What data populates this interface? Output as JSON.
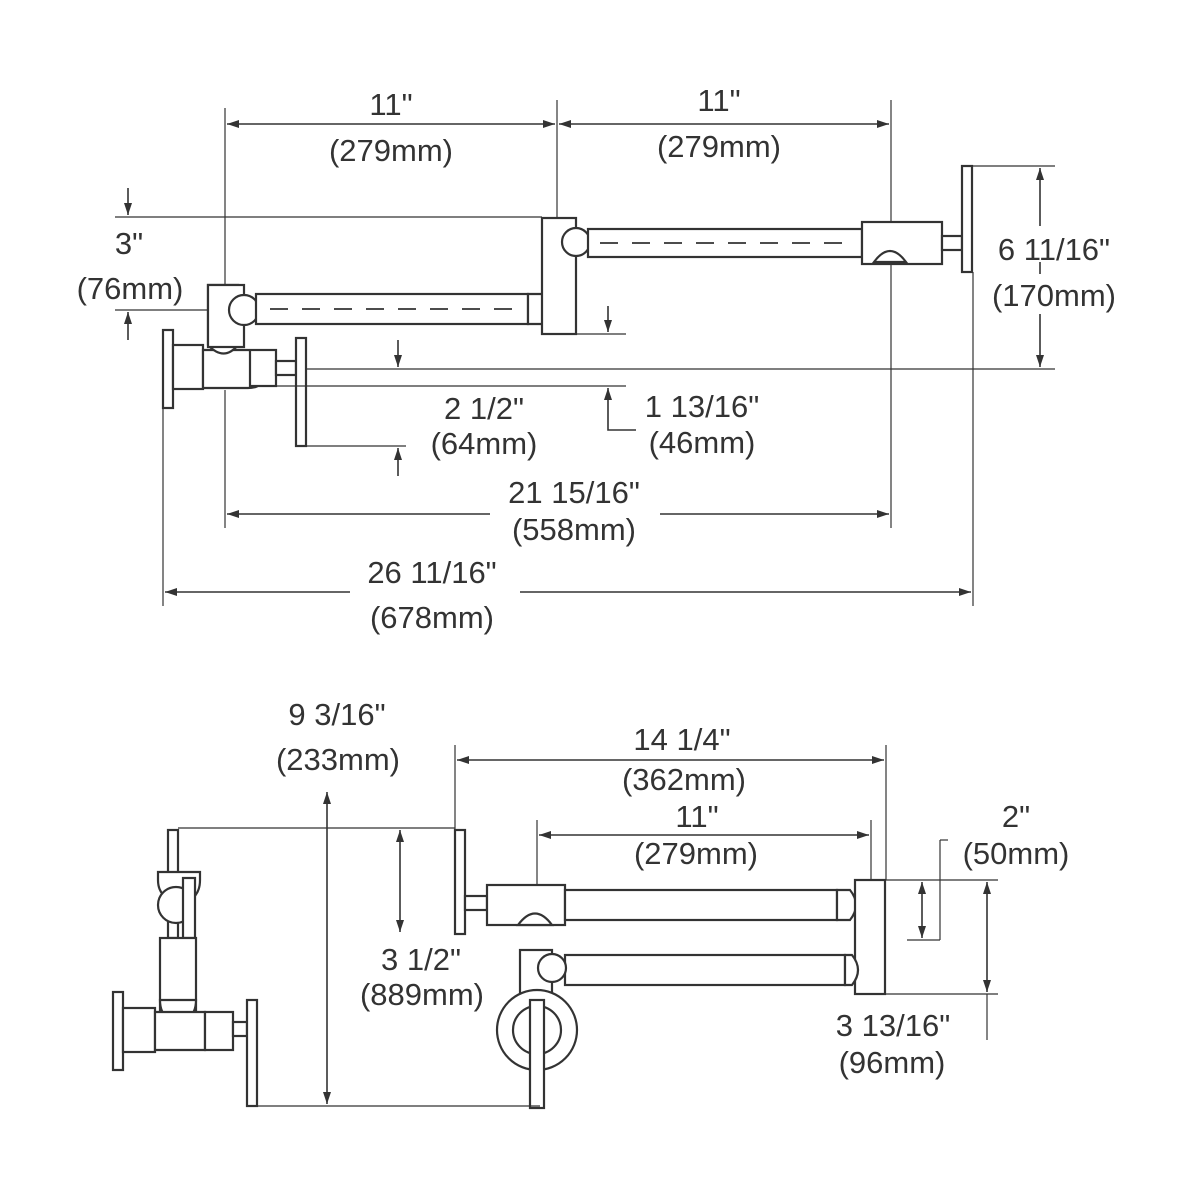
{
  "top_view": {
    "arm_left": {
      "inches": "11\"",
      "mm": "(279mm)"
    },
    "arm_right": {
      "inches": "11\"",
      "mm": "(279mm)"
    },
    "offset_left": {
      "inches": "3\"",
      "mm": "(76mm)"
    },
    "height_right": {
      "inches": "6 11/16\"",
      "mm": "(170mm)"
    },
    "handle_drop": {
      "inches": "2 1/2\"",
      "mm": "(64mm)"
    },
    "spout_offset": {
      "inches": "1 13/16\"",
      "mm": "(46mm)"
    },
    "reach": {
      "inches": "21 15/16\"",
      "mm": "(558mm)"
    },
    "overall_width": {
      "inches": "26 11/16\"",
      "mm": "(678mm)"
    }
  },
  "front_view": {
    "wall_to_handle": {
      "inches": "9 3/16\"",
      "mm": "(233mm)"
    },
    "spout_reach": {
      "inches": "14 1/4\"",
      "mm": "(362mm)"
    },
    "arm": {
      "inches": "11\"",
      "mm": "(279mm)"
    },
    "handle_height": {
      "inches": "3 1/2\"",
      "mm": "(889mm)"
    },
    "joint_height": {
      "inches": "2\"",
      "mm": "(50mm)"
    },
    "arm_spacing": {
      "inches": "3 13/16\"",
      "mm": "(96mm)"
    }
  }
}
